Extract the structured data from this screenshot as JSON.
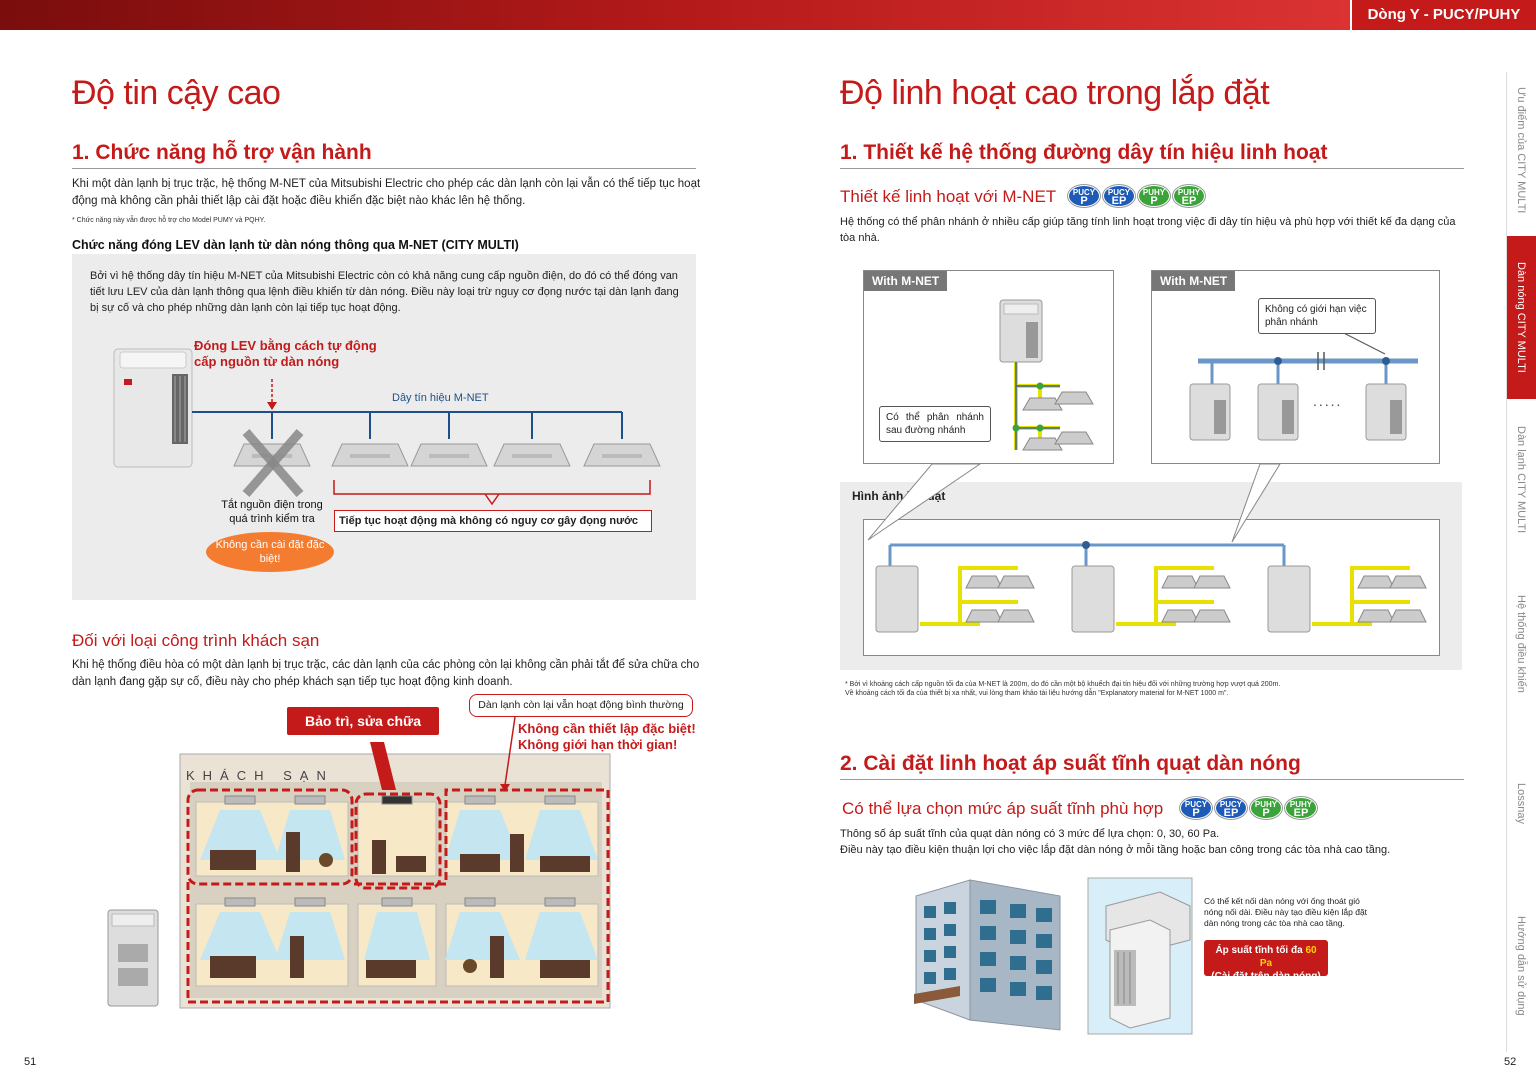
{
  "header": {
    "series": "Dòng Y - PUCY/PUHY"
  },
  "left": {
    "title": "Độ tin cậy cao",
    "section1": {
      "heading": "1. Chức năng hỗ trợ vận hành",
      "body": "Khi một dàn lạnh bị trục trặc, hệ thống M-NET của Mitsubishi Electric cho phép các dàn lạnh còn lại vẫn có thể tiếp tục hoạt động mà không cần phải thiết lập cài đặt hoặc điều khiển đặc biệt nào khác lên hệ thống.",
      "note": "* Chức năng này vẫn được hỗ trợ cho Model PUMY và PQHY.",
      "sub": "Chức năng đóng LEV dàn lạnh từ dàn nóng thông qua M-NET (CITY MULTI)",
      "box_text": "Bởi vì hệ thống dây tín hiệu M-NET của Mitsubishi Electric còn có khả năng cung cấp nguồn điện, do đó có thể đóng van tiết lưu LEV của dàn lạnh thông qua lệnh điều khiển từ dàn nóng. Điều này loại trừ nguy cơ đọng nước tại dàn lạnh đang bị sự cố và cho phép những dàn lạnh còn lại tiếp tục hoạt động.",
      "lev_label": "Đóng LEV bằng cách tự động cấp nguồn từ dàn nóng",
      "mnet_wire": "Dây tín hiệu M-NET",
      "off_label": "Tắt nguồn điện trong quá trình kiểm tra",
      "continue_label": "Tiếp tục hoạt động mà không có nguy cơ gây đọng nước",
      "no_setting": "Không cần cài đặt đặc biệt!"
    },
    "hotel": {
      "heading": "Đối với loại công trình khách sạn",
      "body": "Khi hệ thống điều hòa có một dàn lạnh bị trục trặc, các dàn lạnh của các phòng còn lại không cần phải tắt để sửa chữa cho dàn lạnh đang gặp sự cố, điều này cho phép khách sạn tiếp tục hoạt động kinh doanh.",
      "repair": "Bảo trì, sửa chữa",
      "normal": "Dàn lạnh còn lại vẫn hoạt động bình thường",
      "no_setup": "Không cần thiết lập đặc biệt!",
      "no_time": "Không giới hạn thời gian!",
      "hotel_sign": "KHÁCH SẠN"
    },
    "page": "51"
  },
  "right": {
    "title": "Độ linh hoạt cao trong lắp đặt",
    "section1": {
      "heading": "1. Thiết kế hệ thống đường dây tín hiệu linh hoạt",
      "sub": "Thiết kế linh hoạt với M-NET",
      "body": "Hệ thống có thể phân nhánh ở nhiều cấp giúp tăng tính linh hoạt trong việc đi dây tín hiệu và phù hợp với thiết kế đa dạng của tòa nhà.",
      "panel1_title": "With M-NET",
      "panel2_title": "With M-NET",
      "branch_note": "Có thể phân nhánh sau đường nhánh",
      "no_limit": "Không có giới hạn việc phân nhánh",
      "install_label": "Hình ảnh lắp đặt",
      "dots": ".....",
      "footnote": "* Bởi vì khoảng cách cấp nguồn tối đa của M-NET là 200m, do đó cần một bộ khuếch đại tín hiệu đối với những trường hợp vượt quá 200m.\nVề khoảng cách tối đa của thiết bị xa nhất, vui lòng tham khảo tài liệu hướng dẫn \"Explanatory material for M-NET 1000 m\"."
    },
    "section2": {
      "heading": "2. Cài đặt linh hoạt áp suất tĩnh quạt dàn nóng",
      "sub": "Có thể lựa chọn mức áp suất tĩnh phù hợp",
      "body1": "Thông số áp suất tĩnh của quạt dàn nóng có 3 mức để lựa chọn: 0, 30, 60 Pa.",
      "body2": "Điều này tạo điều kiện thuận lợi cho việc lắp đặt dàn nóng ở mỗi tầng hoặc ban công trong các tòa nhà cao tầng.",
      "duct_note": "Có thể kết nối dàn nóng với ống thoát gió nóng nối dài. Điều này tạo điều kiện lắp đặt dàn nóng trong các tòa nhà cao tầng.",
      "pressure_a": "Áp suất tĩnh tối đa ",
      "pressure_b": "60 Pa",
      "pressure_c": "(Cài đặt trên dàn nóng)"
    },
    "badges": [
      {
        "top": "PUCY",
        "bottom": "P",
        "color": "#1e5bb8"
      },
      {
        "top": "PUCY",
        "bottom": "EP",
        "color": "#1e5bb8"
      },
      {
        "top": "PUHY",
        "bottom": "P",
        "color": "#3aa33a"
      },
      {
        "top": "PUHY",
        "bottom": "EP",
        "color": "#3aa33a"
      }
    ],
    "page": "52"
  },
  "sidebar": [
    {
      "label": "Ưu điểm của CITY MULTI",
      "active": false
    },
    {
      "label": "Dàn nóng CITY MULTI",
      "active": true
    },
    {
      "label": "Dàn lạnh CITY MULTI",
      "active": false
    },
    {
      "label": "Hệ thống điều khiển",
      "active": false
    },
    {
      "label": "Lossnay",
      "active": false
    },
    {
      "label": "Hướng dẫn sử dụng",
      "active": false
    }
  ]
}
